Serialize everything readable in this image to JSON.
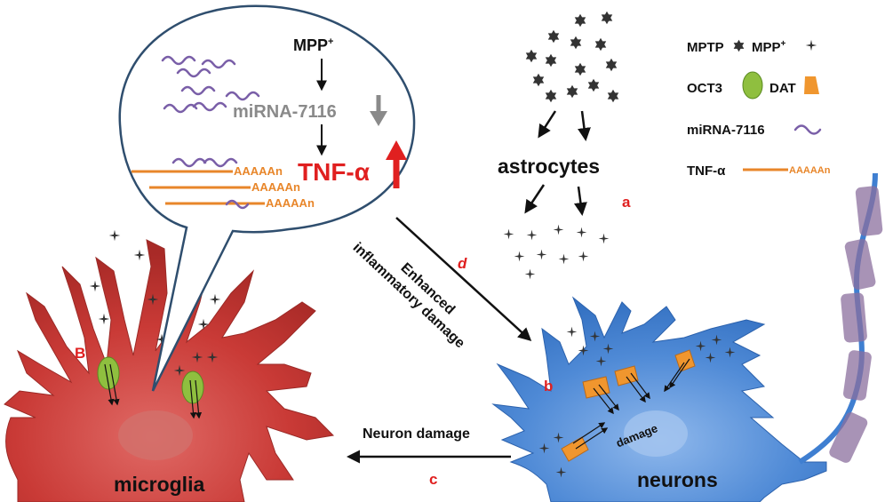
{
  "colors": {
    "microglia": "#c93a36",
    "neuron": "#3f7fd1",
    "bubble_border": "#2f4e6e",
    "red_label": "#e02020",
    "orange": "#e8862a",
    "mirna": "#7a5fa8",
    "dat": "#f0962e",
    "oct3": "#8fbf3f",
    "down_arrow": "#8a8a8a"
  },
  "bubble": {
    "mpp_label": "MPP",
    "mpp_sup": "+",
    "mirna_label": "miRNA-7116",
    "tnf_label": "TNF-α",
    "polya": [
      "AAAAAn",
      "AAAAAn",
      "AAAAAn"
    ]
  },
  "astrocytes": {
    "label": "astrocytes"
  },
  "legend": {
    "mptp_label": "MPTP",
    "mpp_label": "MPP",
    "mpp_sup": "+",
    "oct3_label": "OCT3",
    "dat_label": "DAT",
    "mirna_label": "miRNA-7116",
    "tnf_label": "TNF-α",
    "tnf_polya": "AAAAAn"
  },
  "pathways": {
    "enhanced_line1": "Enhanced",
    "enhanced_line2": "inflammatory damage",
    "neuron_damage": "Neuron damage",
    "damage_label": "damage"
  },
  "markers": {
    "a": "a",
    "b": "b",
    "B": "B",
    "c": "c",
    "d": "d"
  },
  "cells": {
    "microglia": "microglia",
    "neurons": "neurons"
  }
}
